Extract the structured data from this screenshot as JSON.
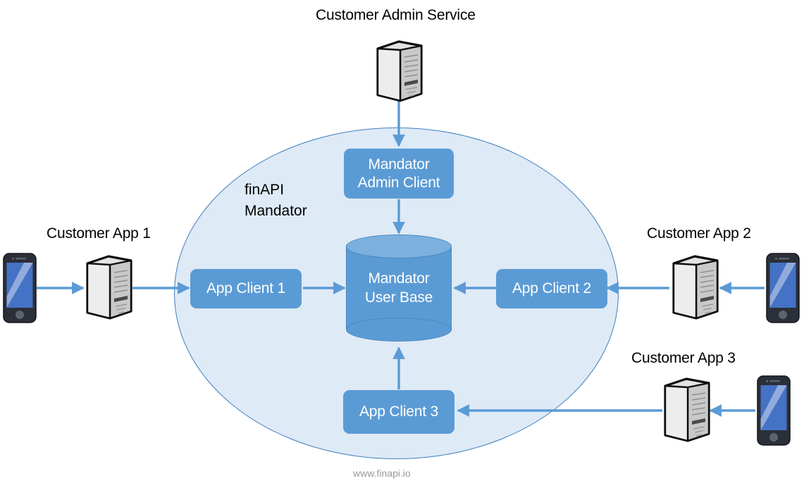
{
  "diagram": {
    "title_top": "Customer Admin Service",
    "footer": "www.finapi.io",
    "colors": {
      "box_fill": "#5B9BD5",
      "ellipse_fill": "#DEEAF6",
      "ellipse_stroke": "#3F7FBF",
      "arrow": "#5B9BD5",
      "cylinder_top": "#7CB0DE",
      "phone_screen": "#4472C4",
      "server_body": "#D9D9D9",
      "text_light": "#FFFFFF",
      "text_dark": "#000000",
      "footer_text": "#9A9A9A"
    },
    "boundary": {
      "label": "finAPI\nMandator",
      "shape": "ellipse"
    },
    "nodes": {
      "mandator_admin_client": "Mandator\nAdmin Client",
      "mandator_user_base": "Mandator\nUser Base",
      "app_client_1": "App Client 1",
      "app_client_2": "App Client 2",
      "app_client_3": "App Client 3"
    },
    "external": {
      "customer_app_1": "Customer App 1",
      "customer_app_2": "Customer App 2",
      "customer_app_3": "Customer App 3",
      "customer_admin_service": "Customer Admin Service"
    },
    "icons": {
      "server": "server-tower-icon",
      "phone": "mobile-phone-icon",
      "database": "database-cylinder-icon"
    },
    "edges": [
      {
        "from": "customer_admin_service_server",
        "to": "mandator_admin_client",
        "direction": "down"
      },
      {
        "from": "mandator_admin_client",
        "to": "mandator_user_base",
        "direction": "down"
      },
      {
        "from": "customer_app_1_phone",
        "to": "customer_app_1_server",
        "direction": "right"
      },
      {
        "from": "customer_app_1_server",
        "to": "app_client_1",
        "direction": "right"
      },
      {
        "from": "app_client_1",
        "to": "mandator_user_base",
        "direction": "right"
      },
      {
        "from": "customer_app_2_phone",
        "to": "customer_app_2_server",
        "direction": "left"
      },
      {
        "from": "customer_app_2_server",
        "to": "app_client_2",
        "direction": "left"
      },
      {
        "from": "app_client_2",
        "to": "mandator_user_base",
        "direction": "left"
      },
      {
        "from": "customer_app_3_phone",
        "to": "customer_app_3_server",
        "direction": "left"
      },
      {
        "from": "customer_app_3_server",
        "to": "app_client_3",
        "direction": "left"
      },
      {
        "from": "app_client_3",
        "to": "mandator_user_base",
        "direction": "up"
      }
    ]
  }
}
